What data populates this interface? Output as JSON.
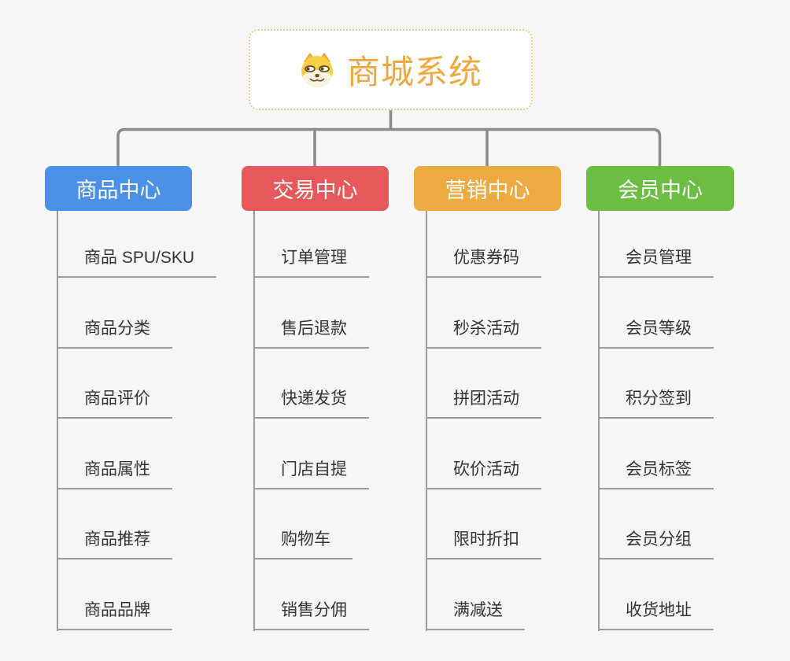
{
  "root": {
    "title": "商城系统",
    "icon": "dog-face-icon"
  },
  "branches": [
    {
      "label": "商品中心",
      "color": "#4a90e8",
      "items": [
        "商品 SPU/SKU",
        "商品分类",
        "商品评价",
        "商品属性",
        "商品推荐",
        "商品品牌"
      ]
    },
    {
      "label": "交易中心",
      "color": "#e65859",
      "items": [
        "订单管理",
        "售后退款",
        "快递发货",
        "门店自提",
        "购物车",
        "销售分佣"
      ]
    },
    {
      "label": "营销中心",
      "color": "#ecaa41",
      "items": [
        "优惠券码",
        "秒杀活动",
        "拼团活动",
        "砍价活动",
        "限时折扣",
        "满减送"
      ]
    },
    {
      "label": "会员中心",
      "color": "#6cbe43",
      "items": [
        "会员管理",
        "会员等级",
        "积分签到",
        "会员标签",
        "会员分组",
        "收货地址"
      ]
    }
  ],
  "colors": {
    "background": "#f6f6f6",
    "connector": "#8a8a8a",
    "child_rail": "#9b9b9b",
    "child_text": "#333333",
    "root_text": "#efa83f",
    "root_border": "#f1c57f",
    "branch_text": "#ffffff"
  }
}
